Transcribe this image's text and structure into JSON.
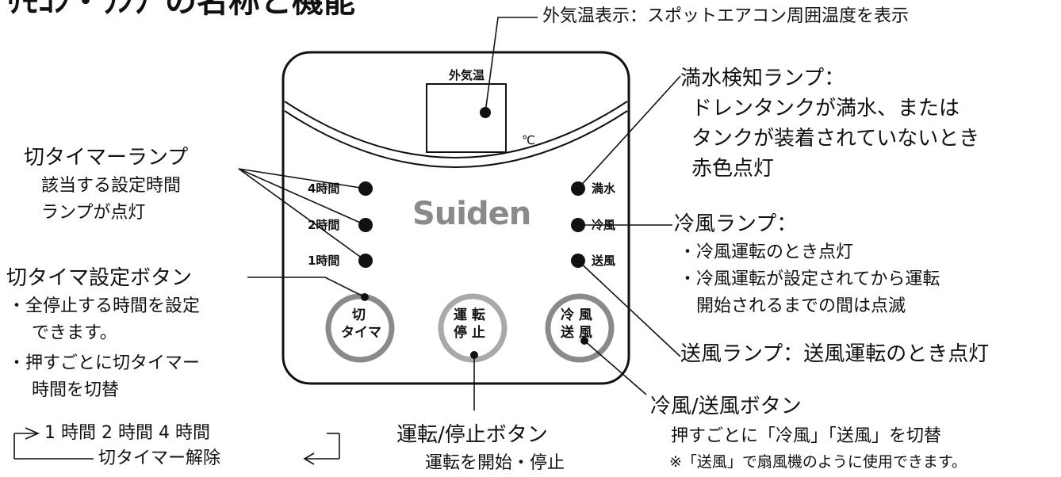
{
  "title_partial": "ﾘﾓｺﾝ・ﾗﾝﾌﾟの名称と機能",
  "panel": {
    "display_label": "外気温",
    "unit": "℃",
    "brand": "Suiden",
    "lamps_left": [
      "4時間",
      "2時間",
      "1時間"
    ],
    "lamps_right": [
      "満水",
      "冷風",
      "送風"
    ],
    "btn_timer": [
      "切",
      "タイマ"
    ],
    "btn_run": [
      "運 転",
      "停 止"
    ],
    "btn_mode": [
      "冷 風",
      "送 風"
    ]
  },
  "annotations": {
    "outside_temp": "外気温表示：スポットエアコン周囲温度を表示",
    "full_water_title": "満水検知ランプ：",
    "full_water_lines": [
      "ドレンタンクが満水、または",
      "タンクが装着されていないとき",
      "赤色点灯"
    ],
    "timer_lamp_title": "切タイマーランプ",
    "timer_lamp_lines": [
      "該当する設定時間",
      "ランプが点灯"
    ],
    "cool_lamp_title": "冷風ランプ：",
    "cool_lamp_lines": [
      "・冷風運転のとき点灯",
      "・冷風運転が設定されてから運転",
      "開始されるまでの間は点滅"
    ],
    "timer_btn_title": "切タイマ設定ボタン",
    "timer_btn_lines": [
      "・全停止する時間を設定",
      "できます。",
      "・押すごとに切タイマー",
      "時間を切替"
    ],
    "fan_lamp": "送風ランプ：送風運転のとき点灯",
    "mode_btn_title": "冷風/送風ボタン",
    "mode_btn_lines": [
      "押すごとに「冷風」「送風」を切替",
      "※「送風」で扇風機のように使用できます。"
    ],
    "run_btn_title": "運転/停止ボタン",
    "run_btn_line": "運転を開始・停止",
    "cycle_top": "1 時間   2 時間   4 時間",
    "cycle_bottom": "切タイマー解除"
  }
}
